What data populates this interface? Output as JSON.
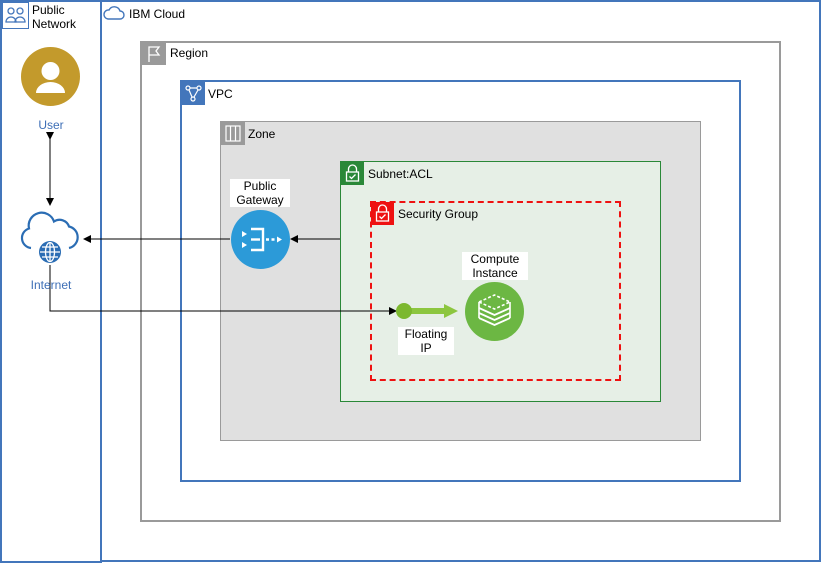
{
  "containers": {
    "public_network": "Public\nNetwork",
    "ibm_cloud": "IBM Cloud",
    "region": "Region",
    "vpc": "VPC",
    "zone": "Zone",
    "subnet": "Subnet:ACL",
    "security_group": "Security Group"
  },
  "nodes": {
    "user": "User",
    "internet": "Internet",
    "public_gateway": "Public\nGateway",
    "compute_instance": "Compute\nInstance",
    "floating_ip": "Floating\nIP"
  },
  "colors": {
    "blue_border": "#4376bb",
    "gray_border": "#9a9a9a",
    "zone_fill": "#e0e0e0",
    "subnet_border": "#2a8838",
    "subnet_fill": "#e6efe6",
    "security_red": "#ee1111",
    "user_gold": "#c39a2c",
    "gateway_blue": "#2c9ad8",
    "compute_green": "#6cb743",
    "floating_green": "#8cc63f"
  }
}
